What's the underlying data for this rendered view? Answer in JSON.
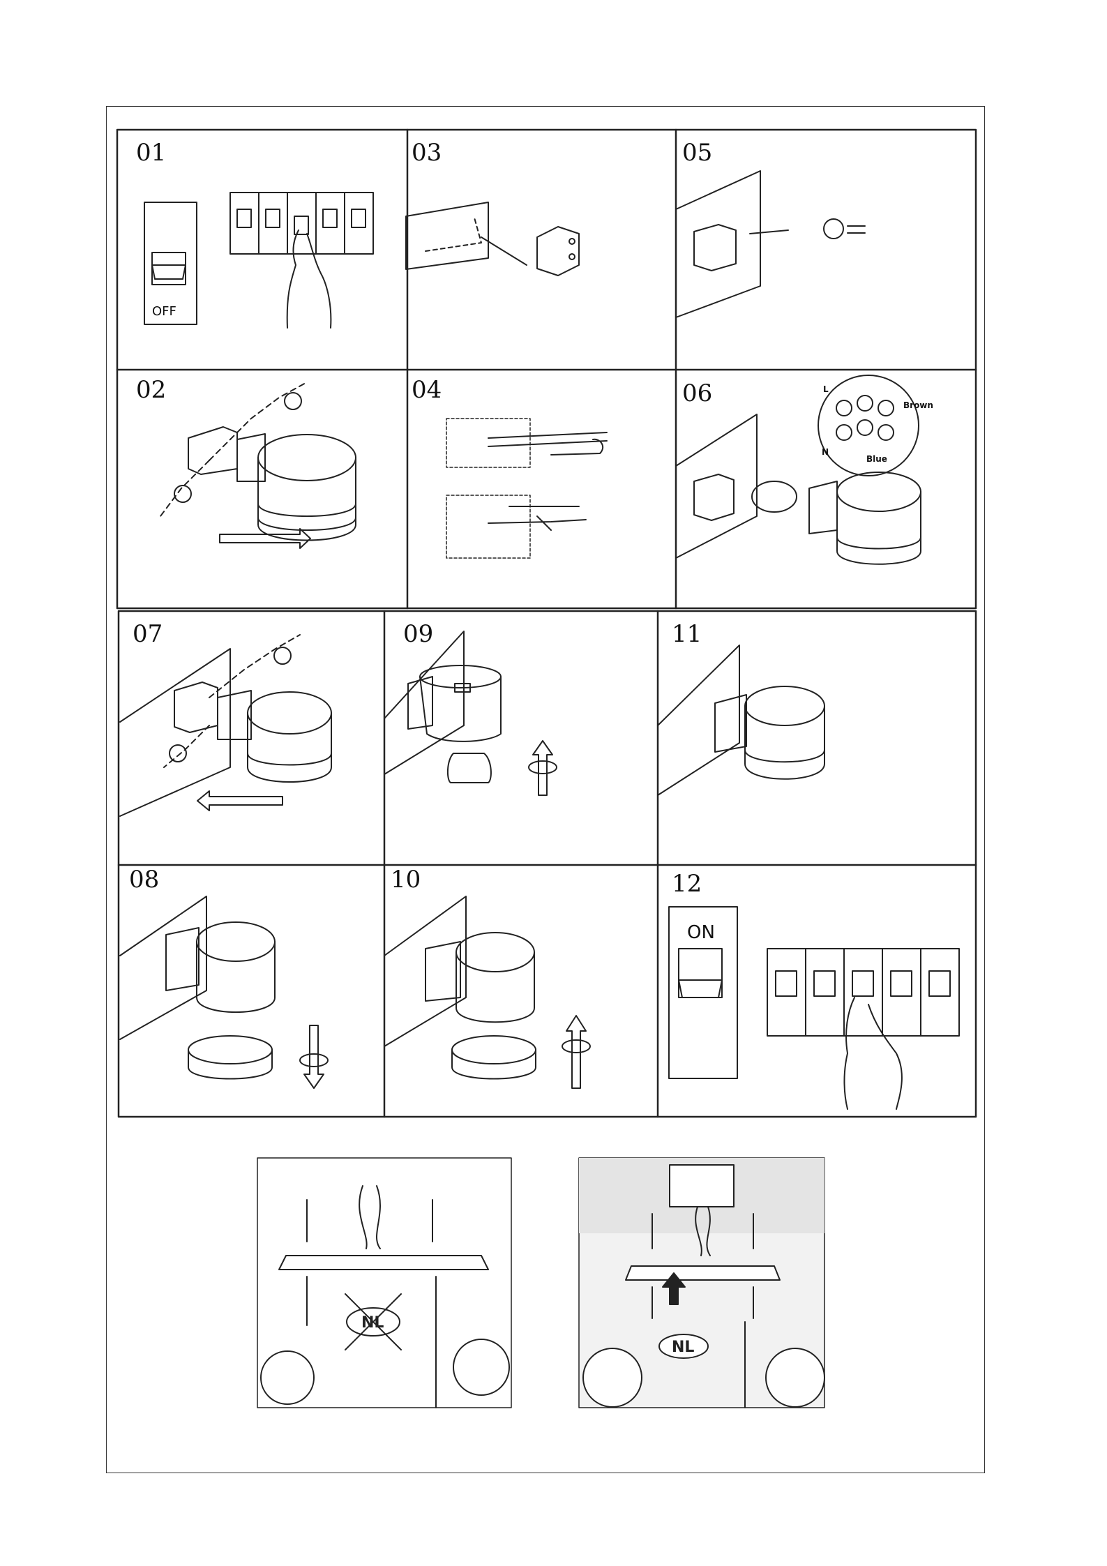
{
  "steps": {
    "s01": {
      "num": "01",
      "switch_label": "OFF"
    },
    "s02": {
      "num": "02"
    },
    "s03": {
      "num": "03"
    },
    "s04": {
      "num": "04"
    },
    "s05": {
      "num": "05"
    },
    "s06": {
      "num": "06",
      "wire_l": "L",
      "wire_n": "N",
      "wire_brown": "Brown",
      "wire_blue": "Blue"
    },
    "s07": {
      "num": "07"
    },
    "s08": {
      "num": "08"
    },
    "s09": {
      "num": "09"
    },
    "s10": {
      "num": "10"
    },
    "s11": {
      "num": "11"
    },
    "s12": {
      "num": "12",
      "switch_label": "ON"
    }
  },
  "bottom": {
    "left_badge": "NL",
    "right_badge": "NL"
  }
}
